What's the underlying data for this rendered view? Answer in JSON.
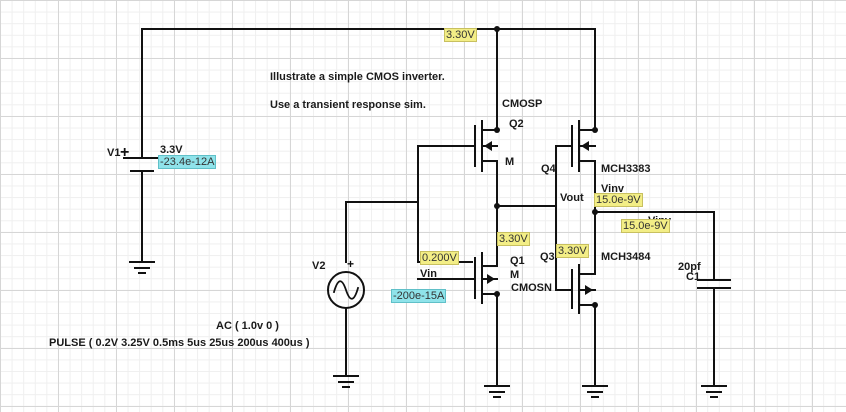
{
  "notes": {
    "line1": "Illustrate a simple CMOS inverter.",
    "line2": "Use a transient response sim."
  },
  "components": {
    "V1": {
      "ref": "V1",
      "value": "3.3V",
      "current_probe": "-23.4e-12A",
      "polarity": "+"
    },
    "V2": {
      "ref": "V2",
      "polarity": "+",
      "ac": "AC ( 1.0v 0 )",
      "pulse": "PULSE ( 0.2V 3.25V 0.5ms 5us 25us 200us 400us )",
      "current_probe": "-200e-15A"
    },
    "Q2": {
      "ref": "Q2",
      "type": "M",
      "model": "CMOSP"
    },
    "Q1": {
      "ref": "Q1",
      "type": "M",
      "model": "CMOSN"
    },
    "Q4": {
      "ref": "Q4",
      "model": "MCH3383"
    },
    "Q3": {
      "ref": "Q3",
      "model": "MCH3484"
    },
    "C1": {
      "ref": "C1",
      "value": "20pf"
    }
  },
  "nets": {
    "vin": "Vin",
    "vout": "Vout",
    "vinv1": "Vinv",
    "vinv2": "Vinv"
  },
  "probes": {
    "vdd": "3.30V",
    "q1_drain": "3.30V",
    "q3_drain": "3.30V",
    "vin": "0.200V",
    "vinv1": "15.0e-9V",
    "vinv2": "15.0e-9V"
  },
  "colors": {
    "voltage_probe": "#f3ee86",
    "current_probe": "#8fe3ea",
    "wire": "#111111",
    "grid": "#d6d6d6"
  }
}
